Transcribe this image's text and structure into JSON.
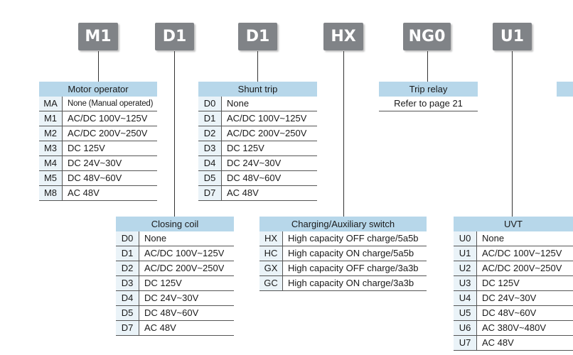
{
  "codes": [
    "M1",
    "D1",
    "D1",
    "HX",
    "NG0",
    "U1"
  ],
  "motor_operator": {
    "title": "Motor operator",
    "rows": [
      {
        "code": "MA",
        "desc": "None (Manual operated)"
      },
      {
        "code": "M1",
        "desc": "AC/DC 100V~125V"
      },
      {
        "code": "M2",
        "desc": "AC/DC 200V~250V"
      },
      {
        "code": "M3",
        "desc": "DC 125V"
      },
      {
        "code": "M4",
        "desc": "DC 24V~30V"
      },
      {
        "code": "M5",
        "desc": "DC 48V~60V"
      },
      {
        "code": "M8",
        "desc": "AC 48V"
      }
    ]
  },
  "shunt_trip": {
    "title": "Shunt trip",
    "rows": [
      {
        "code": "D0",
        "desc": "None"
      },
      {
        "code": "D1",
        "desc": "AC/DC 100V~125V"
      },
      {
        "code": "D2",
        "desc": "AC/DC 200V~250V"
      },
      {
        "code": "D3",
        "desc": "DC 125V"
      },
      {
        "code": "D4",
        "desc": "DC 24V~30V"
      },
      {
        "code": "D5",
        "desc": "DC 48V~60V"
      },
      {
        "code": "D7",
        "desc": "AC 48V"
      }
    ]
  },
  "trip_relay": {
    "title": "Trip relay",
    "note": "Refer to page 21"
  },
  "closing_coil": {
    "title": "Closing coil",
    "rows": [
      {
        "code": "D0",
        "desc": "None"
      },
      {
        "code": "D1",
        "desc": "AC/DC 100V~125V"
      },
      {
        "code": "D2",
        "desc": "AC/DC 200V~250V"
      },
      {
        "code": "D3",
        "desc": "DC 125V"
      },
      {
        "code": "D4",
        "desc": "DC 24V~30V"
      },
      {
        "code": "D5",
        "desc": "DC 48V~60V"
      },
      {
        "code": "D7",
        "desc": "AC 48V"
      }
    ]
  },
  "charging_switch": {
    "title": "Charging/Auxiliary switch",
    "rows": [
      {
        "code": "HX",
        "desc": "High capacity OFF charge/5a5b"
      },
      {
        "code": "HC",
        "desc": "High capacity ON charge/5a5b"
      },
      {
        "code": "GX",
        "desc": "High capacity OFF charge/3a3b"
      },
      {
        "code": "GC",
        "desc": "High capacity ON charge/3a3b"
      }
    ]
  },
  "uvt": {
    "title": "UVT",
    "rows": [
      {
        "code": "U0",
        "desc": "None"
      },
      {
        "code": "U1",
        "desc": "AC/DC 100V~125V"
      },
      {
        "code": "U2",
        "desc": "AC/DC 200V~250V"
      },
      {
        "code": "U3",
        "desc": "DC 125V"
      },
      {
        "code": "U4",
        "desc": "DC 24V~30V"
      },
      {
        "code": "U5",
        "desc": "DC 48V~60V"
      },
      {
        "code": "U6",
        "desc": "AC 380V~480V"
      },
      {
        "code": "U7",
        "desc": "AC 48V"
      }
    ]
  }
}
